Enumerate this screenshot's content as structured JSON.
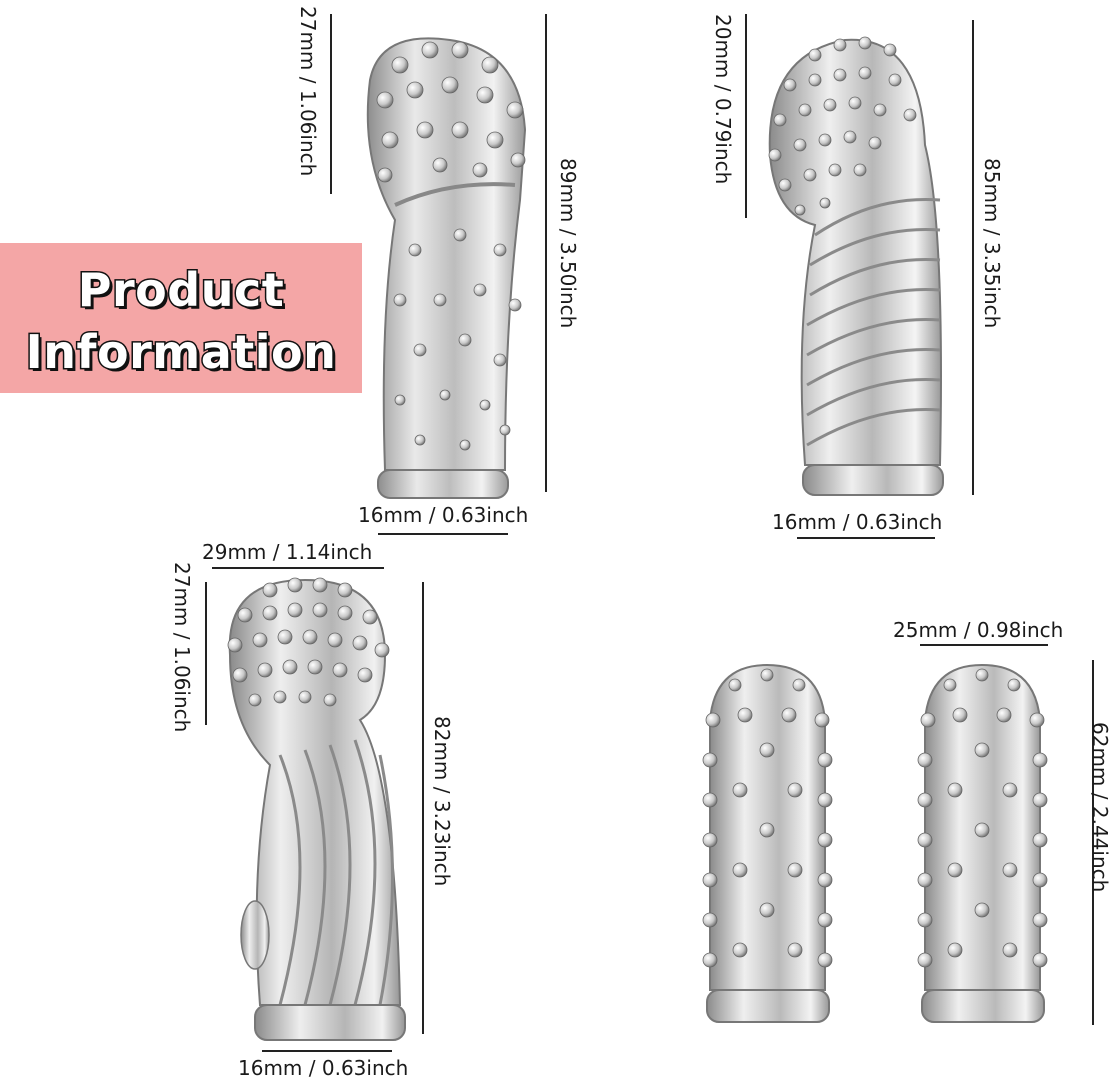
{
  "banner": {
    "line1": "Product",
    "line2": "Information",
    "color": "#f4a6a6"
  },
  "products": [
    {
      "name": "curved-nubbed-sleeve",
      "tip_height": "27mm / 1.06inch",
      "total_length": "89mm / 3.50inch",
      "base_width": "16mm / 0.63inch"
    },
    {
      "name": "spiral-ribbed-sleeve",
      "tip_height": "20mm / 0.79inch",
      "total_length": "85mm / 3.35inch",
      "base_width": "16mm / 0.63inch"
    },
    {
      "name": "twisted-ribbed-sleeve",
      "head_width": "29mm / 1.14inch",
      "tip_height": "27mm / 1.06inch",
      "total_length": "82mm / 3.23inch",
      "base_width": "16mm / 0.63inch"
    },
    {
      "name": "dotted-sleeve-pair",
      "width": "25mm / 0.98inch",
      "total_length": "62mm / 2.44inch"
    }
  ]
}
